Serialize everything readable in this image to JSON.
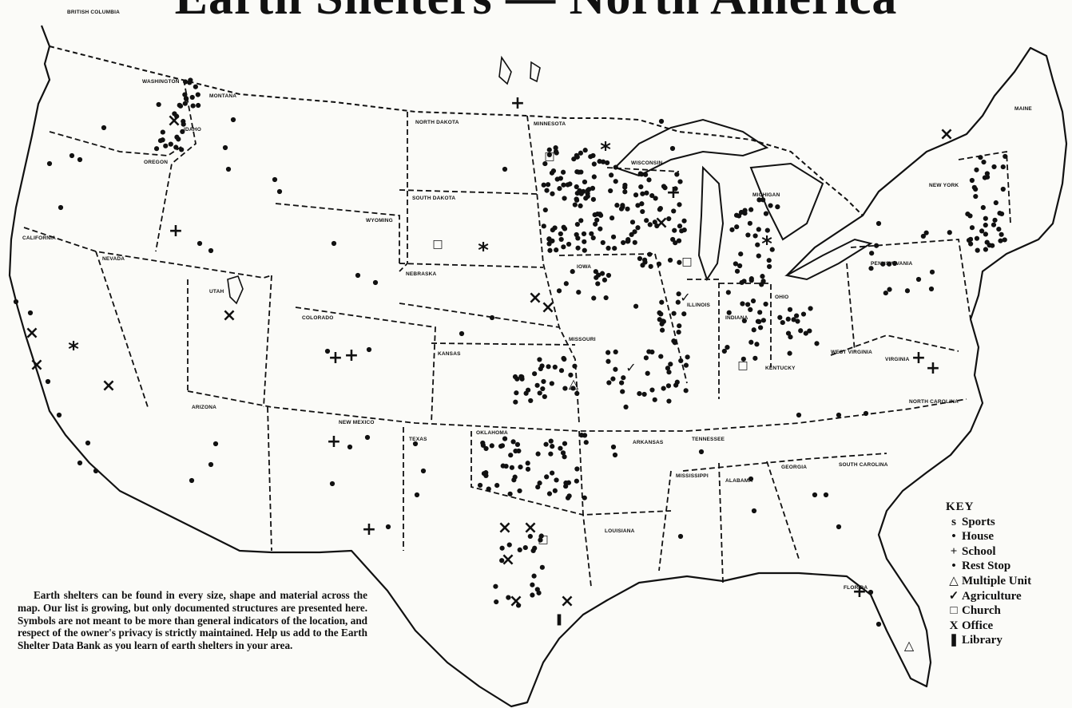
{
  "title": "Earth Shelters — North America",
  "key": {
    "title": "KEY",
    "items": [
      {
        "symbol": "s",
        "label": "Sports",
        "icon": "sports-icon"
      },
      {
        "symbol": "•",
        "label": "House",
        "icon": "house-dot-icon"
      },
      {
        "symbol": "+",
        "label": "School",
        "icon": "school-cross-icon"
      },
      {
        "symbol": "•",
        "label": "Rest Stop",
        "icon": "rest-stop-icon"
      },
      {
        "symbol": "△",
        "label": "Multiple Unit",
        "icon": "multiple-unit-triangle-icon"
      },
      {
        "symbol": "✓",
        "label": "Agriculture",
        "icon": "agriculture-check-icon"
      },
      {
        "symbol": "□",
        "label": "Church",
        "icon": "church-square-icon"
      },
      {
        "symbol": "X",
        "label": "Office",
        "icon": "office-x-icon"
      },
      {
        "symbol": "❚",
        "label": "Library",
        "icon": "library-icon"
      }
    ]
  },
  "note": "Earth shelters can be found in every size, shape and material across the map. Our list is growing, but only documented structures are presented here. Symbols are not meant to be more than general indicators of the location, and respect of the owner's privacy is strictly maintained. Help us add to the Earth Shelter Data Bank as you learn of earth shelters in your area.",
  "states": {
    "british_columbia": "BRITISH COLUMBIA",
    "washington": "WASHINGTON",
    "montana": "MONTANA",
    "idaho": "IDAHO",
    "oregon": "OREGON",
    "north_dakota": "NORTH DAKOTA",
    "minnesota": "MINNESOTA",
    "south_dakota": "SOUTH DAKOTA",
    "wyoming": "WYOMING",
    "wisconsin": "WISCONSIN",
    "michigan": "MICHIGAN",
    "maine": "MAINE",
    "new_york": "NEW YORK",
    "california": "CALIFORNIA",
    "nevada": "NEVADA",
    "utah": "UTAH",
    "nebraska": "NEBRASKA",
    "iowa": "IOWA",
    "colorado": "COLORADO",
    "illinois": "ILLINOIS",
    "indiana": "INDIANA",
    "ohio": "OHIO",
    "pennsylvania": "PENNSYLVANIA",
    "kansas": "KANSAS",
    "missouri": "MISSOURI",
    "kentucky": "KENTUCKY",
    "west_virginia": "WEST VIRGINIA",
    "virginia": "VIRGINIA",
    "north_carolina": "NORTH CAROLINA",
    "arizona": "ARIZONA",
    "new_mexico": "NEW MEXICO",
    "oklahoma": "OKLAHOMA",
    "texas": "TEXAS",
    "arkansas": "ARKANSAS",
    "tennessee": "TENNESSEE",
    "mississippi": "MISSISSIPPI",
    "alabama": "ALABAMA",
    "georgia": "GEORGIA",
    "south_carolina": "SOUTH CAROLINA",
    "louisiana": "LOUISIANA",
    "florida": "FLORIDA"
  }
}
